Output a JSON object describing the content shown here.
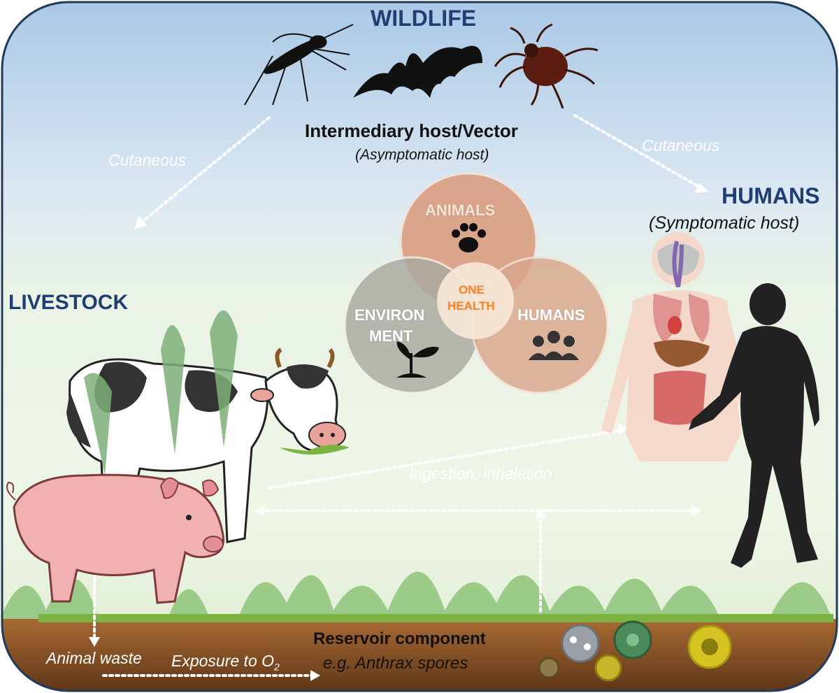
{
  "regions": {
    "wildlife": "WILDLIFE",
    "livestock": "LIVESTOCK",
    "humans": "HUMANS",
    "humans_sub": "(Symptomatic host)"
  },
  "intermediary": {
    "title": "Intermediary host/Vector",
    "subtitle": "(Asymptomatic host)"
  },
  "routes": {
    "cutaneous_left": "Cutaneous",
    "cutaneous_right": "Cutaneous",
    "ingestion": "Ingestion, inhalation",
    "animal_waste": "Animal waste",
    "exposure": "Exposure to O",
    "exposure_sub": "2"
  },
  "reservoir": {
    "title": "Reservoir component",
    "example": "e.g. Anthrax spores"
  },
  "venn": {
    "animals": "ANIMALS",
    "environment_line1": "ENVIRON",
    "environment_line2": "MENT",
    "humans": "HUMANS",
    "center_line1": "ONE",
    "center_line2": "HEALTH"
  },
  "colors": {
    "region_text": "#1f3f73",
    "animals_circle": "#d9997a",
    "environment_circle": "#a9a9a0",
    "humans_circle": "#d9a58a",
    "center": "#f28a2e",
    "soil": "#6b3f1e",
    "grass_line": "#7cb342"
  },
  "icons": [
    "mosquito-icon",
    "bat-icon",
    "tick-icon",
    "paw-icon",
    "sprout-icon",
    "people-icon",
    "cow-icon",
    "pig-icon",
    "human-anatomy-icon",
    "human-silhouette-icon",
    "microbe-icon"
  ]
}
